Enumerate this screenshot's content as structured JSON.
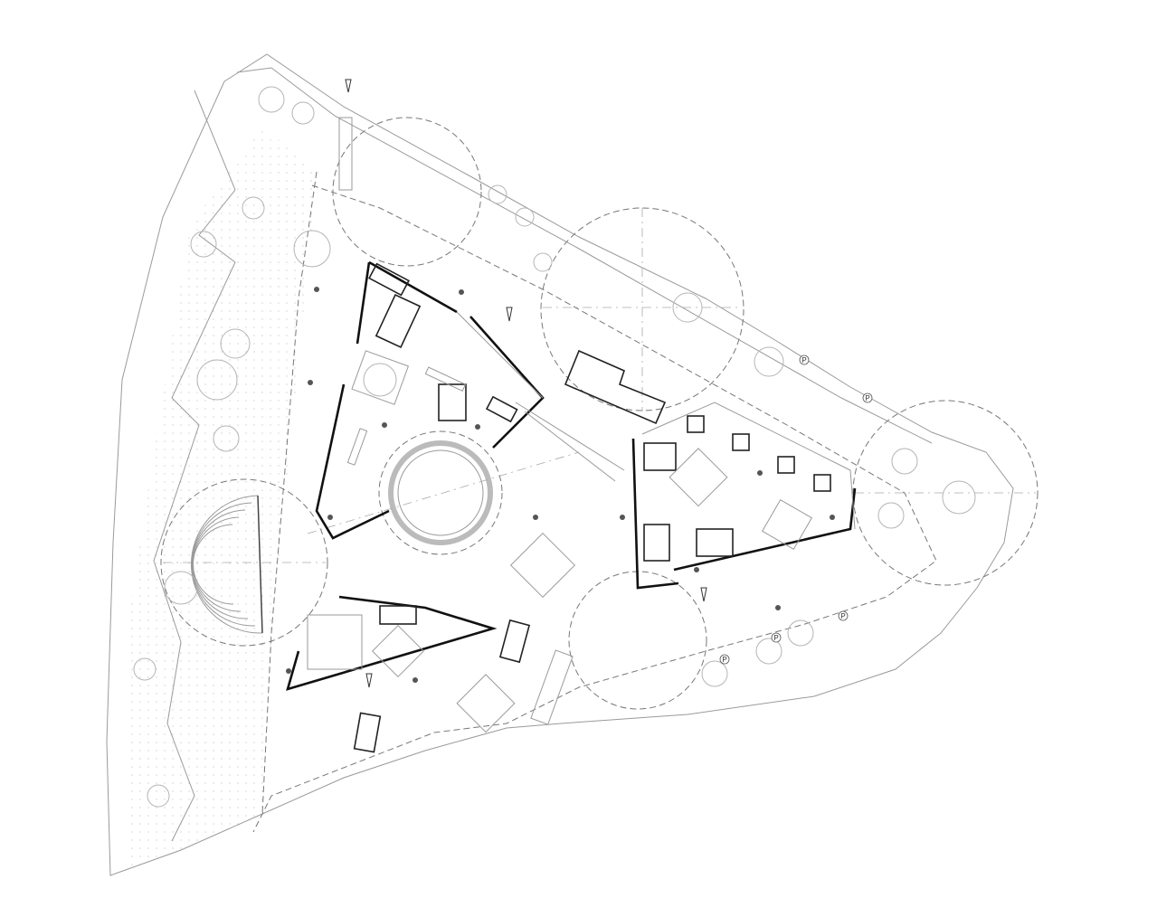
{
  "drawing": {
    "type": "architectural site plan",
    "parking_marker_label": "P",
    "parking_markers": [
      {
        "id": "p1",
        "label": "P"
      },
      {
        "id": "p2",
        "label": "P"
      },
      {
        "id": "p3",
        "label": "P"
      },
      {
        "id": "p4",
        "label": "P"
      },
      {
        "id": "p5",
        "label": "P"
      }
    ],
    "colors": {
      "wall": "#111111",
      "line": "#9a9a9a",
      "column": "#555555",
      "background": "#ffffff"
    }
  }
}
